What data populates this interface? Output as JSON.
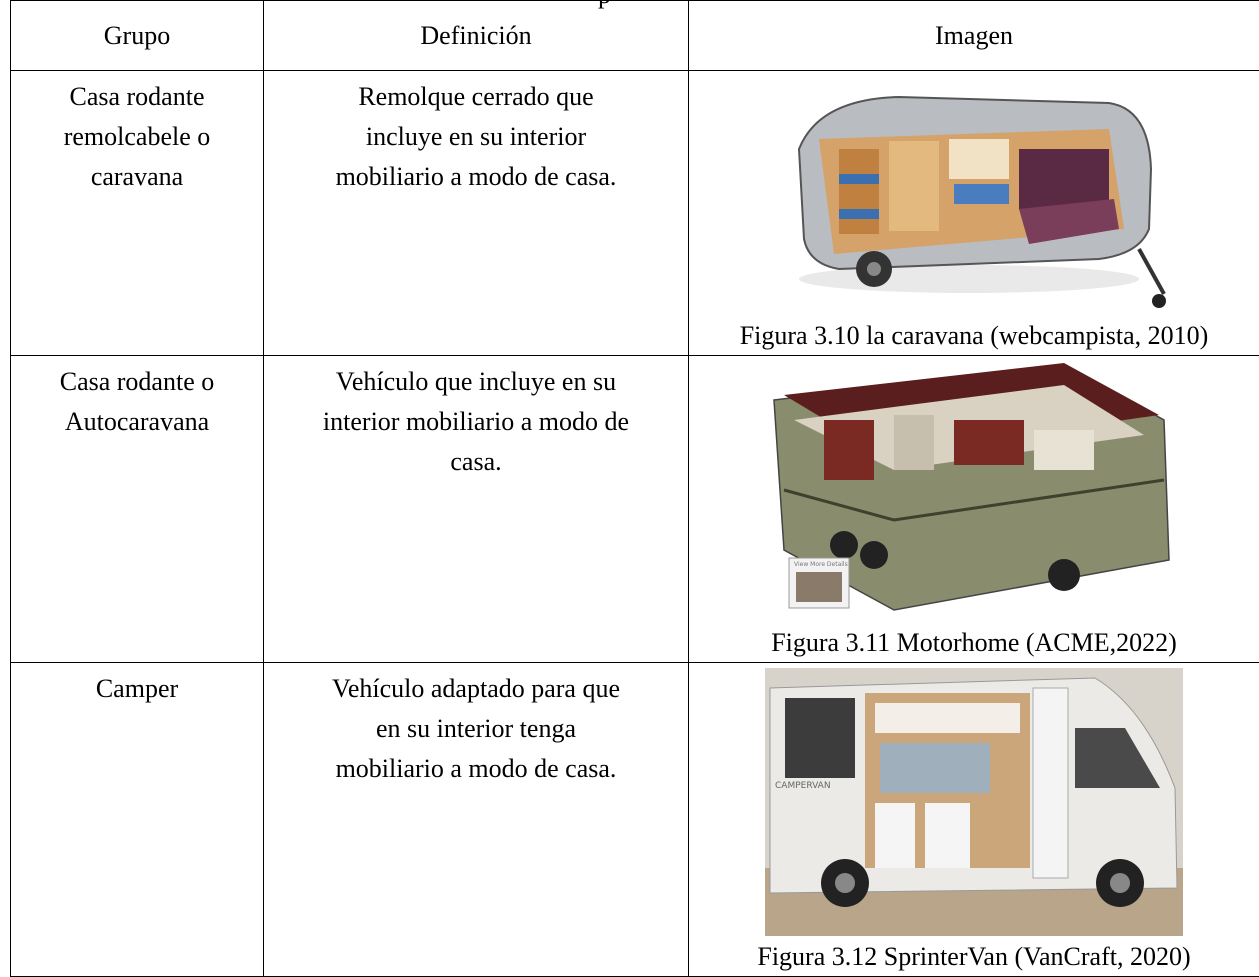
{
  "fragment": "p",
  "headers": {
    "grupo": "Grupo",
    "definicion": "Definición",
    "imagen": "Imagen"
  },
  "rows": [
    {
      "grupo": [
        "Casa rodante",
        "remolcabele o",
        "caravana"
      ],
      "definicion": [
        "Remolque cerrado que",
        "incluye en su interior",
        "mobiliario a modo de casa."
      ],
      "caption": "Figura 3.10 la caravana (webcampista, 2010)",
      "image_icon": "caravan-cutaway-illustration"
    },
    {
      "grupo": [
        "Casa rodante o",
        "Autocaravana"
      ],
      "definicion": [
        "Vehículo que incluye en su",
        "interior mobiliario a modo de",
        "casa."
      ],
      "caption": "Figura 3.11 Motorhome (ACME,2022)",
      "image_icon": "motorhome-cutaway-illustration",
      "thumb_text": "View More Details"
    },
    {
      "grupo": [
        "Camper"
      ],
      "definicion": [
        "Vehículo adaptado para que",
        "en su interior tenga",
        "mobiliario a modo de casa."
      ],
      "caption": "Figura 3.12 SprinterVan (VanCraft, 2020)",
      "image_icon": "camper-van-photo",
      "van_text": "CAMPERVAN"
    }
  ]
}
